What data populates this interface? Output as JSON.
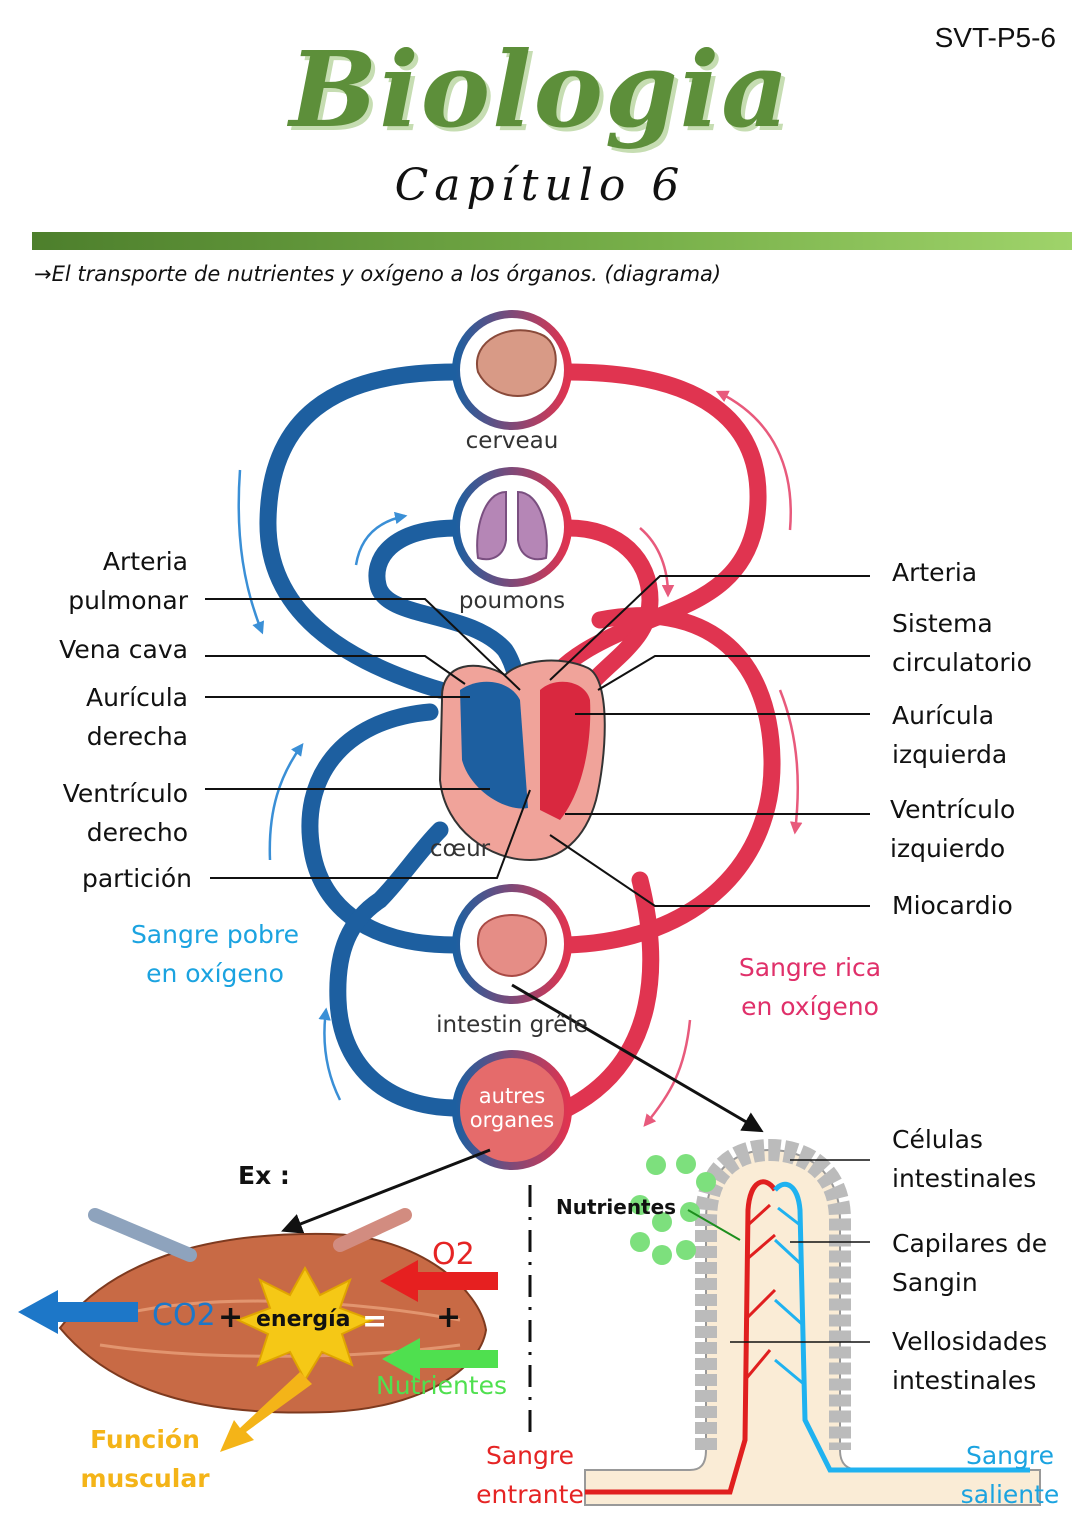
{
  "header": {
    "code": "SVT-P5-6",
    "title": "Biologia",
    "subtitle": "Capítulo 6",
    "intro": "→El transporte de nutrientes y oxígeno a los órganos. (diagrama)"
  },
  "organs": {
    "brain": "cerveau",
    "lungs": "poumons",
    "heart": "cœur",
    "intestine": "intestin grêle",
    "others_line1": "autres",
    "others_line2": "organes"
  },
  "left_labels": {
    "arteria_pulmonar_1": "Arteria",
    "arteria_pulmonar_2": "pulmonar",
    "vena_cava": "Vena cava",
    "auricula_derecha_1": "Aurícula",
    "auricula_derecha_2": "derecha",
    "ventriculo_derecho_1": "Ventrículo",
    "ventriculo_derecho_2": "derecho",
    "particion": "partición"
  },
  "right_labels": {
    "arteria": "Arteria",
    "sistema_1": "Sistema",
    "sistema_2": "circulatorio",
    "auricula_izquierda_1": "Aurícula",
    "auricula_izquierda_2": "izquierda",
    "ventriculo_izquierdo_1": "Ventrículo",
    "ventriculo_izquierdo_2": "izquierdo",
    "miocardio": "Miocardio"
  },
  "blood": {
    "poor_1": "Sangre pobre",
    "poor_2": "en oxígeno",
    "rich_1": "Sangre rica",
    "rich_2": "en oxígeno"
  },
  "muscle": {
    "ex": "Ex :",
    "o2": "O2",
    "co2": "CO2",
    "plus": "+",
    "energia": "energía",
    "equals": "=",
    "nutrientes": "Nutrientes",
    "funcion_1": "Función",
    "funcion_2": "muscular"
  },
  "villus": {
    "nutrientes": "Nutrientes",
    "celulas_1": "Células",
    "celulas_2": "intestinales",
    "capilares_1": "Capilares de",
    "capilares_2": "Sangin",
    "vellosidades_1": "Vellosidades",
    "vellosidades_2": "intestinales",
    "entrante_1": "Sangre",
    "entrante_2": "entrante",
    "saliente_1": "Sangre",
    "saliente_2": "saliente"
  },
  "colors": {
    "venous": "#1d5fa0",
    "arterial": "#e03450",
    "title_green": "#5d8f3a",
    "light_blue": "#1ba3e0",
    "pink": "#e0306a"
  }
}
